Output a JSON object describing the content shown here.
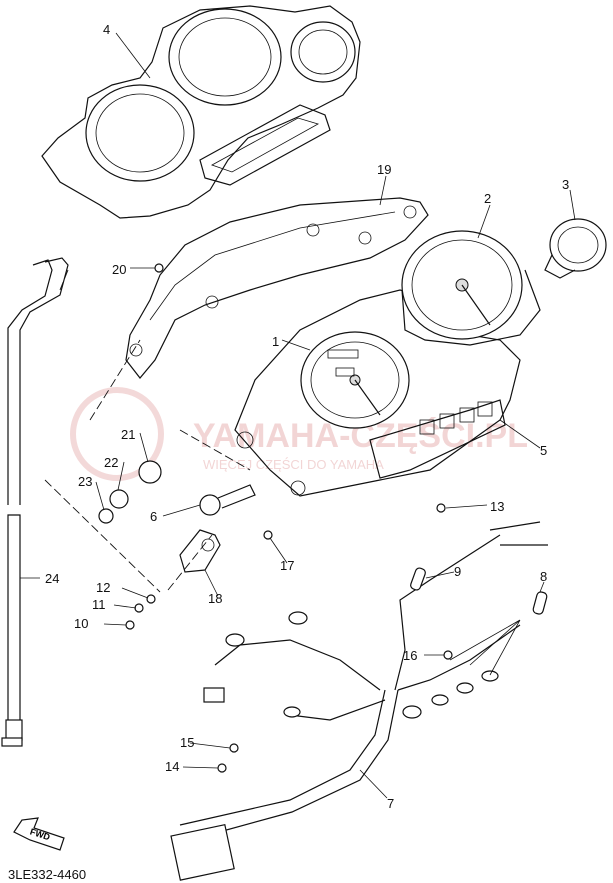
{
  "watermark": {
    "main": "YAMAHA-CZĘŚCI.PL",
    "sub": "WIĘCEJ CZĘŚCI DO YAMAHA"
  },
  "footer_code": "3LE332-4460",
  "fwd_label": "FWD",
  "callouts": [
    "1",
    "2",
    "3",
    "4",
    "5",
    "6",
    "7",
    "8",
    "9",
    "10",
    "11",
    "12",
    "13",
    "14",
    "15",
    "16",
    "17",
    "18",
    "19",
    "20",
    "21",
    "22",
    "23",
    "24"
  ]
}
